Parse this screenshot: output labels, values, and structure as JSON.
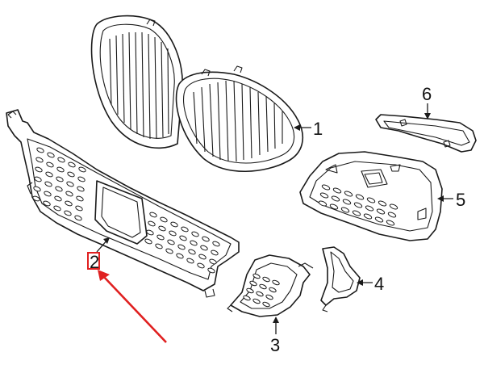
{
  "callouts": {
    "part_1": "1",
    "part_2": "2",
    "part_3": "3",
    "part_4": "4",
    "part_5": "5",
    "part_6": "6"
  },
  "highlight": {
    "target_part": "2",
    "color": "#e02020"
  }
}
